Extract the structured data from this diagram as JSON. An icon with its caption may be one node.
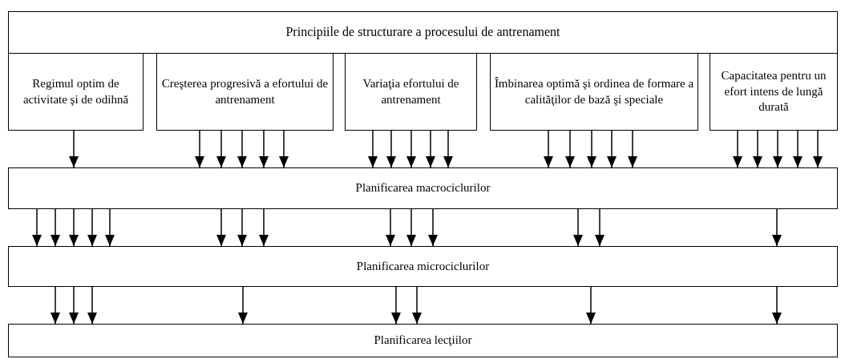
{
  "diagram": {
    "nodes": [
      {
        "text": [
          "Principiile de structurare a procesului de antrenament"
        ]
      },
      {
        "text": [
          "Regimul optim de activitate şi de odihnă"
        ]
      },
      {
        "text": [
          "Creşterea progresivă a efortului de antrenament"
        ]
      },
      {
        "text": [
          "Variaţia efortului de antrenament"
        ]
      },
      {
        "text": [
          "Îmbinarea optimă şi ordinea de formare a calităţilor de bază şi speciale"
        ]
      },
      {
        "text": [
          "Capacitatea pentru un efort intens de lungă durată"
        ]
      },
      {
        "text": [
          "Planificarea macrociclurilor"
        ]
      },
      {
        "text": [
          "Planificarea microciclurilor"
        ]
      },
      {
        "text": [
          "Planificarea lecţiilor"
        ]
      }
    ],
    "edges": [
      {
        "from": 1,
        "to": 6,
        "arrow": "to"
      },
      {
        "from": 2,
        "to": 6,
        "arrow": "to"
      },
      {
        "from": 2,
        "to": 6,
        "arrow": "to"
      },
      {
        "from": 2,
        "to": 6,
        "arrow": "to"
      },
      {
        "from": 2,
        "to": 6,
        "arrow": "to"
      },
      {
        "from": 2,
        "to": 6,
        "arrow": "to"
      },
      {
        "from": 3,
        "to": 6,
        "arrow": "to"
      },
      {
        "from": 3,
        "to": 6,
        "arrow": "to"
      },
      {
        "from": 3,
        "to": 6,
        "arrow": "to"
      },
      {
        "from": 3,
        "to": 6,
        "arrow": "to"
      },
      {
        "from": 3,
        "to": 6,
        "arrow": "to"
      },
      {
        "from": 4,
        "to": 6,
        "arrow": "to"
      },
      {
        "from": 4,
        "to": 6,
        "arrow": "to"
      },
      {
        "from": 4,
        "to": 6,
        "arrow": "to"
      },
      {
        "from": 4,
        "to": 6,
        "arrow": "to"
      },
      {
        "from": 4,
        "to": 6,
        "arrow": "to"
      },
      {
        "from": 5,
        "to": 6,
        "arrow": "to"
      },
      {
        "from": 5,
        "to": 6,
        "arrow": "to"
      },
      {
        "from": 5,
        "to": 6,
        "arrow": "to"
      },
      {
        "from": 5,
        "to": 6,
        "arrow": "to"
      },
      {
        "from": 5,
        "to": 6,
        "arrow": "to"
      },
      {
        "from": 6,
        "to": 7,
        "arrow": "to"
      },
      {
        "from": 6,
        "to": 7,
        "arrow": "to"
      },
      {
        "from": 6,
        "to": 7,
        "arrow": "to"
      },
      {
        "from": 6,
        "to": 7,
        "arrow": "to"
      },
      {
        "from": 6,
        "to": 7,
        "arrow": "to"
      },
      {
        "from": 6,
        "to": 7,
        "arrow": "to"
      },
      {
        "from": 6,
        "to": 7,
        "arrow": "to"
      },
      {
        "from": 6,
        "to": 7,
        "arrow": "to"
      },
      {
        "from": 6,
        "to": 7,
        "arrow": "to"
      },
      {
        "from": 6,
        "to": 7,
        "arrow": "to"
      },
      {
        "from": 6,
        "to": 7,
        "arrow": "to"
      },
      {
        "from": 6,
        "to": 7,
        "arrow": "to"
      },
      {
        "from": 6,
        "to": 7,
        "arrow": "to"
      },
      {
        "from": 6,
        "to": 7,
        "arrow": "to"
      },
      {
        "from": 7,
        "to": 8,
        "arrow": "to"
      },
      {
        "from": 7,
        "to": 8,
        "arrow": "to"
      },
      {
        "from": 7,
        "to": 8,
        "arrow": "to"
      },
      {
        "from": 7,
        "to": 8,
        "arrow": "to"
      },
      {
        "from": 7,
        "to": 8,
        "arrow": "to"
      },
      {
        "from": 7,
        "to": 8,
        "arrow": "to"
      },
      {
        "from": 7,
        "to": 8,
        "arrow": "to"
      },
      {
        "from": 7,
        "to": 8,
        "arrow": "to"
      }
    ]
  }
}
